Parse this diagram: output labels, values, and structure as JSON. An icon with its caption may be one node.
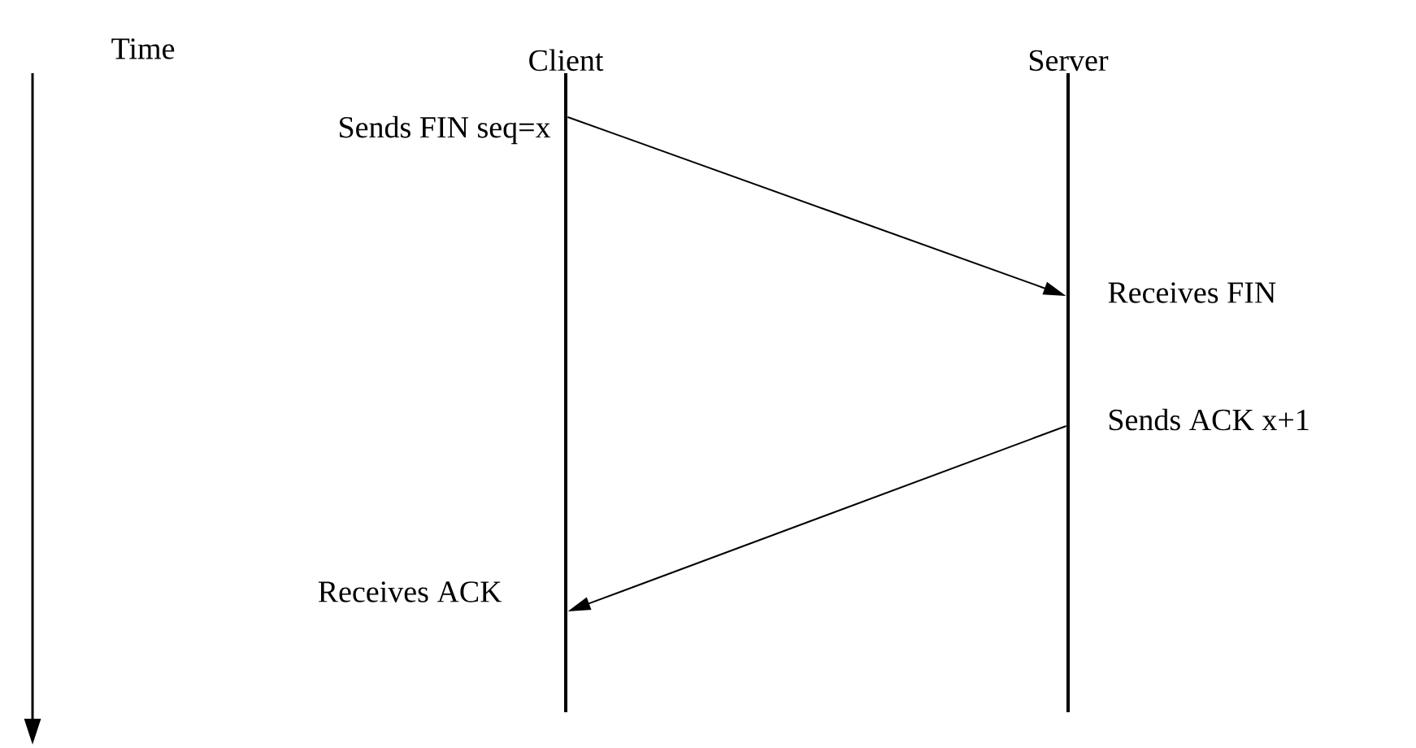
{
  "diagram": {
    "nodes": [
      {
        "text": [
          "Client"
        ]
      },
      {
        "text": [
          "Server"
        ]
      }
    ],
    "edges": [
      {
        "from": 0,
        "to": 1,
        "arrow": "to"
      },
      {
        "from": 1,
        "to": 0,
        "arrow": "to"
      }
    ],
    "labels": [
      "Time",
      "Sends FIN seq=x",
      "Receives FIN",
      "Sends ACK x+1",
      "Receives ACK"
    ]
  }
}
